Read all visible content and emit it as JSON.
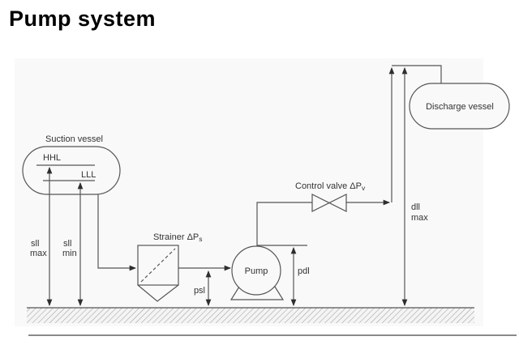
{
  "page": {
    "title": "Pump system"
  },
  "colors": {
    "line": "#565656",
    "text": "#333333",
    "arrow": "#2e2e2e",
    "ground_hatch": "#9a9a9a",
    "ground_bg": "#f4f4f4",
    "diagram_bg": "#f9f9f9",
    "rule": "#8a8a8a"
  },
  "labels": {
    "suction_vessel": "Suction vessel",
    "hhl": "HHL",
    "lll": "LLL",
    "sll_max_line1": "sll",
    "sll_max_line2": "max",
    "sll_min_line1": "sll",
    "sll_min_line2": "min",
    "strainer_main": "Strainer ΔP",
    "strainer_sub": "s",
    "psl": "psl",
    "pump": "Pump",
    "pdl": "pdl",
    "control_valve_main": "Control valve ΔP",
    "control_valve_sub": "v",
    "dll_max_line1": "dll",
    "dll_max_line2": "max",
    "discharge_vessel": "Discharge vessel"
  }
}
